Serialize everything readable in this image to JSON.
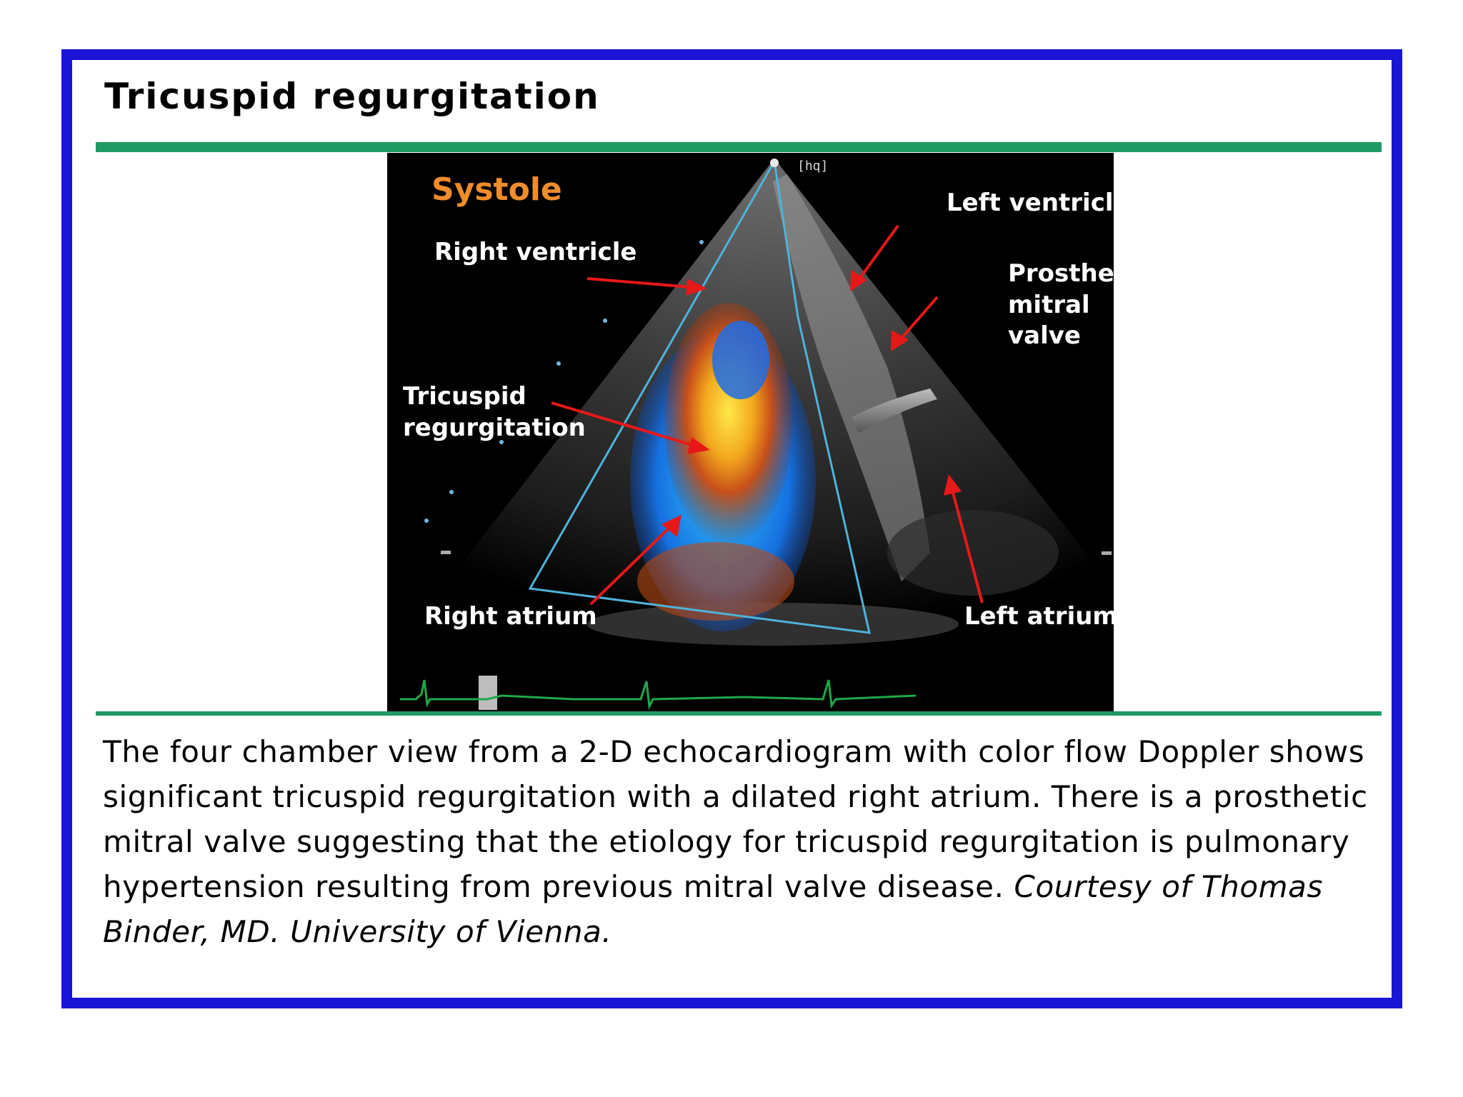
{
  "slide": {
    "title": "Tricuspid regurgitation",
    "colors": {
      "frame_border": "#1a14d6",
      "rule": "#1e9a63",
      "systole_label": "#f08c2a",
      "arrow": "#e81818",
      "sector_outline": "#4fb3d9",
      "ecg_trace": "#1fa84a"
    }
  },
  "echo": {
    "phase_label": "Systole",
    "probe_tag": "[hq]",
    "labels": {
      "left_ventricle": "Left ventricle",
      "right_ventricle": "Right ventricle",
      "prosthetic_mitral_valve": [
        "Prosthetic",
        "mitral",
        "valve"
      ],
      "tricuspid_regurgitation": [
        "Tricuspid",
        "regurgitation"
      ],
      "right_atrium": "Right atrium",
      "left_atrium": "Left atrium"
    }
  },
  "caption": {
    "text": "The four chamber view from a 2-D echocardiogram with color flow Doppler shows significant tricuspid regurgitation with a dilated right atrium. There is a prosthetic mitral valve suggesting that the etiology for tricuspid regurgitation is pulmonary hypertension resulting from previous mitral valve disease. ",
    "credit": "Courtesy of Thomas Binder, MD. University of Vienna."
  }
}
